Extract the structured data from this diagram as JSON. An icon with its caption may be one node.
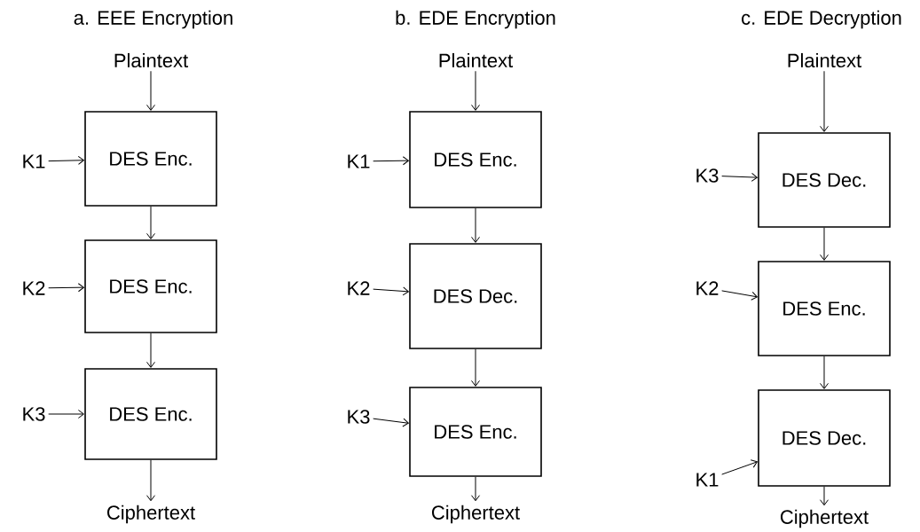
{
  "diagram": {
    "nodes": [
      {
        "text": [
          "Plaintext"
        ]
      },
      {
        "text": [
          "K1"
        ]
      },
      {
        "text": [
          "DES Enc."
        ]
      },
      {
        "text": [
          "K2"
        ]
      },
      {
        "text": [
          "DES Enc."
        ]
      },
      {
        "text": [
          "K3"
        ]
      },
      {
        "text": [
          "DES Enc."
        ]
      },
      {
        "text": [
          "Ciphertext"
        ]
      },
      {
        "text": [
          "Plaintext"
        ]
      },
      {
        "text": [
          "K1"
        ]
      },
      {
        "text": [
          "DES Enc."
        ]
      },
      {
        "text": [
          "K2"
        ]
      },
      {
        "text": [
          "DES Dec."
        ]
      },
      {
        "text": [
          "K3"
        ]
      },
      {
        "text": [
          "DES Enc."
        ]
      },
      {
        "text": [
          "Ciphertext"
        ]
      },
      {
        "text": [
          "Plaintext"
        ]
      },
      {
        "text": [
          "K3"
        ]
      },
      {
        "text": [
          "DES Dec."
        ]
      },
      {
        "text": [
          "K2"
        ]
      },
      {
        "text": [
          "DES Enc."
        ]
      },
      {
        "text": [
          "K1"
        ]
      },
      {
        "text": [
          "DES Dec."
        ]
      },
      {
        "text": [
          "Ciphertext"
        ]
      }
    ],
    "edges": [
      {
        "from": 0,
        "to": 2,
        "arrow": "to"
      },
      {
        "from": 1,
        "to": 2,
        "arrow": "to"
      },
      {
        "from": 2,
        "to": 4,
        "arrow": "to"
      },
      {
        "from": 3,
        "to": 4,
        "arrow": "to"
      },
      {
        "from": 4,
        "to": 6,
        "arrow": "to"
      },
      {
        "from": 5,
        "to": 6,
        "arrow": "to"
      },
      {
        "from": 6,
        "to": 7,
        "arrow": "to"
      },
      {
        "from": 8,
        "to": 10,
        "arrow": "to"
      },
      {
        "from": 9,
        "to": 10,
        "arrow": "to"
      },
      {
        "from": 10,
        "to": 12,
        "arrow": "to"
      },
      {
        "from": 11,
        "to": 12,
        "arrow": "to"
      },
      {
        "from": 12,
        "to": 14,
        "arrow": "to"
      },
      {
        "from": 13,
        "to": 14,
        "arrow": "to"
      },
      {
        "from": 14,
        "to": 15,
        "arrow": "to"
      },
      {
        "from": 16,
        "to": 18,
        "arrow": "to"
      },
      {
        "from": 17,
        "to": 18,
        "arrow": "to"
      },
      {
        "from": 18,
        "to": 20,
        "arrow": "to"
      },
      {
        "from": 19,
        "to": 20,
        "arrow": "to"
      },
      {
        "from": 20,
        "to": 22,
        "arrow": "to"
      },
      {
        "from": 21,
        "to": 22,
        "arrow": "to"
      },
      {
        "from": 22,
        "to": 23,
        "arrow": "to"
      }
    ],
    "labels": [
      "a. EEE Encryption",
      "b. EDE Encryption",
      "c. EDE Decryption"
    ]
  }
}
